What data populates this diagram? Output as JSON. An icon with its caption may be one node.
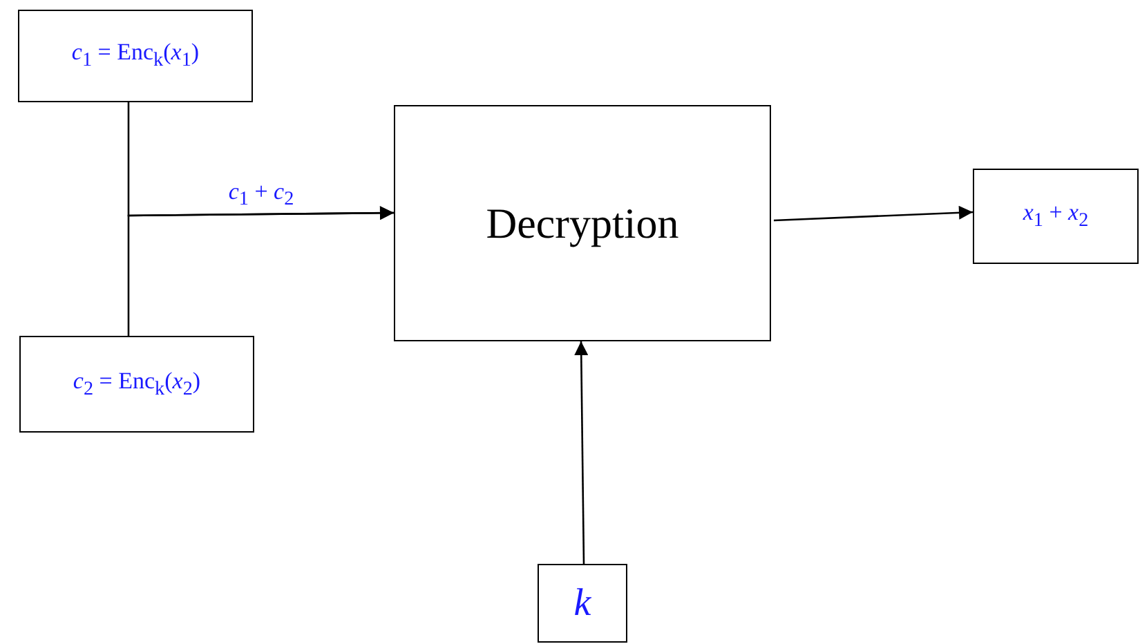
{
  "diagram": {
    "nodes": [
      {
        "text": [
          "*c*$_{1}$ = Enc$_{k}$(*x*$_{1}$)"
        ]
      },
      {
        "text": [
          "*c*$_{2}$ = Enc$_{k}$(*x*$_{2}$)"
        ]
      },
      {
        "text": [
          "Decryption"
        ]
      },
      {
        "text": [
          "*x*$_{1}$ + *x*$_{2}$"
        ]
      },
      {
        "text": [
          "*k*"
        ]
      }
    ],
    "edges": [
      {
        "from": 0,
        "to": 2,
        "arrow": "to",
        "label": "*c*$_{1}$ + *c*$_{2}$"
      },
      {
        "from": 1,
        "to": 2,
        "arrow": "to"
      },
      {
        "from": 2,
        "to": 3,
        "arrow": "to"
      },
      {
        "from": 4,
        "to": 2,
        "arrow": "to"
      }
    ]
  }
}
